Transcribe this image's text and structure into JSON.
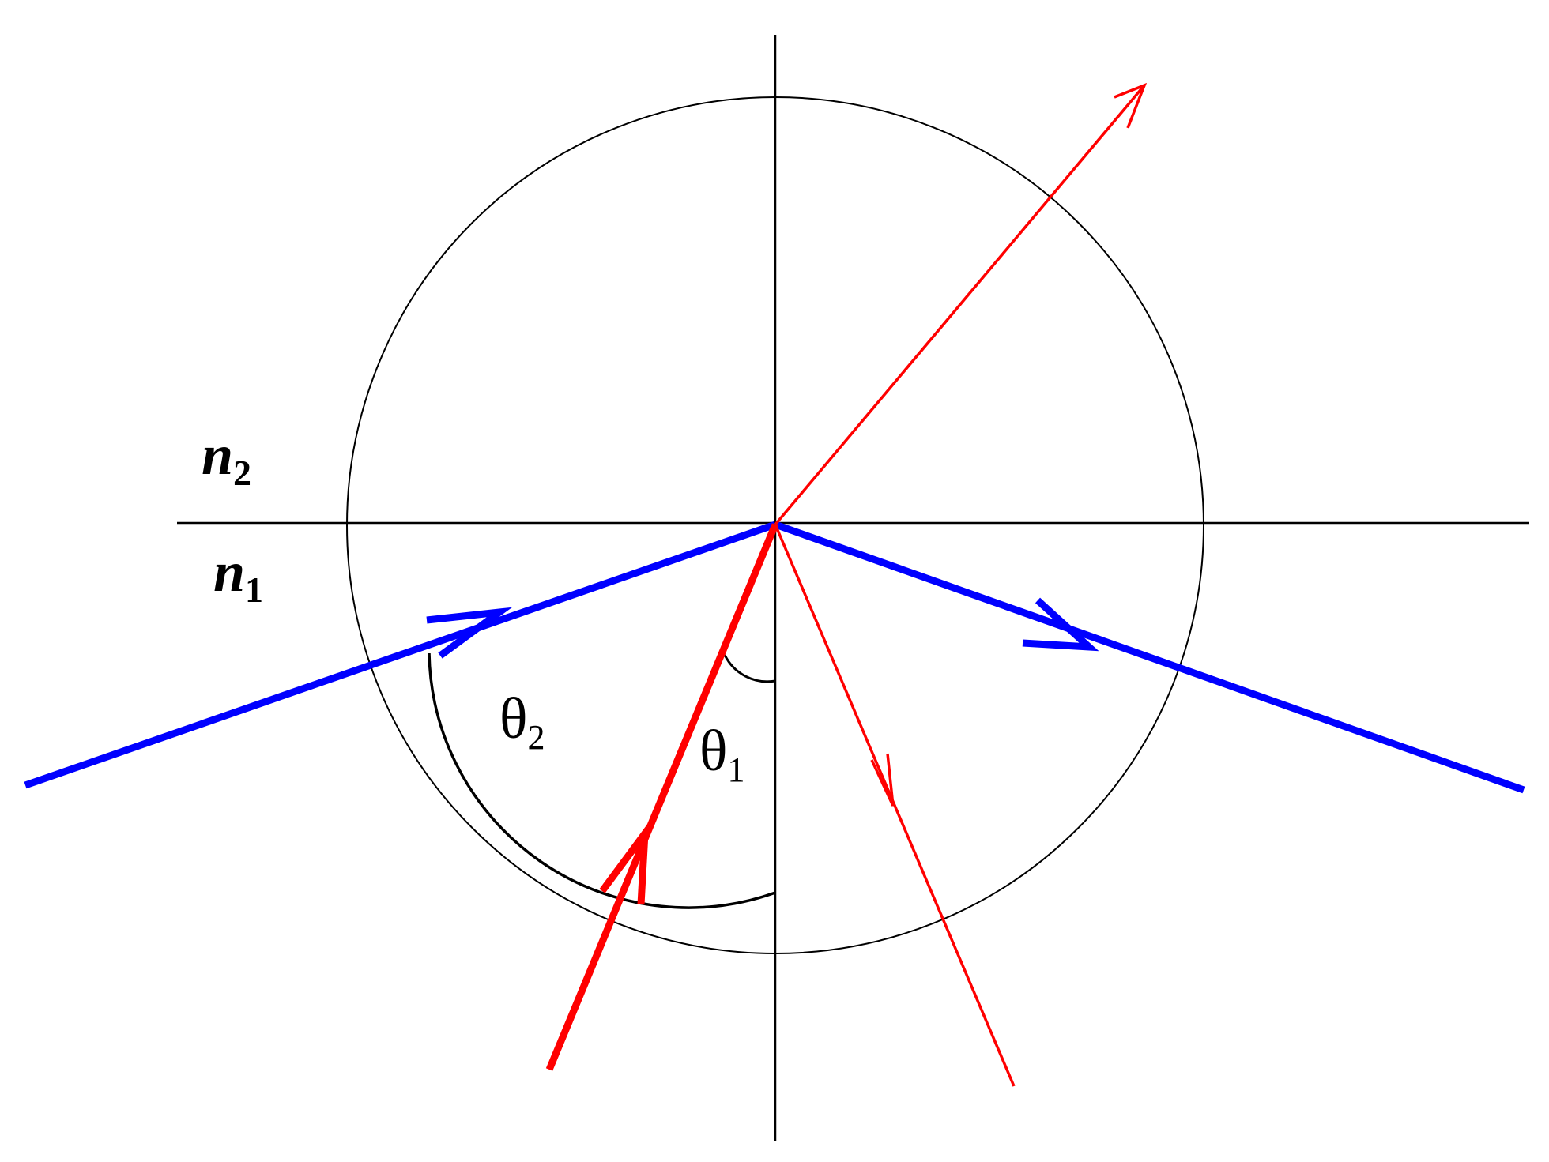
{
  "labels": {
    "n2": {
      "symbol": "n",
      "subscript": "2"
    },
    "n1": {
      "symbol": "n",
      "subscript": "1"
    },
    "theta2": {
      "symbol": "θ",
      "subscript": "2"
    },
    "theta1": {
      "symbol": "θ",
      "subscript": "1"
    }
  },
  "colors": {
    "blue_ray": "#0000ff",
    "red_ray": "#ff0000",
    "line": "#000000",
    "background": "#ffffff"
  }
}
